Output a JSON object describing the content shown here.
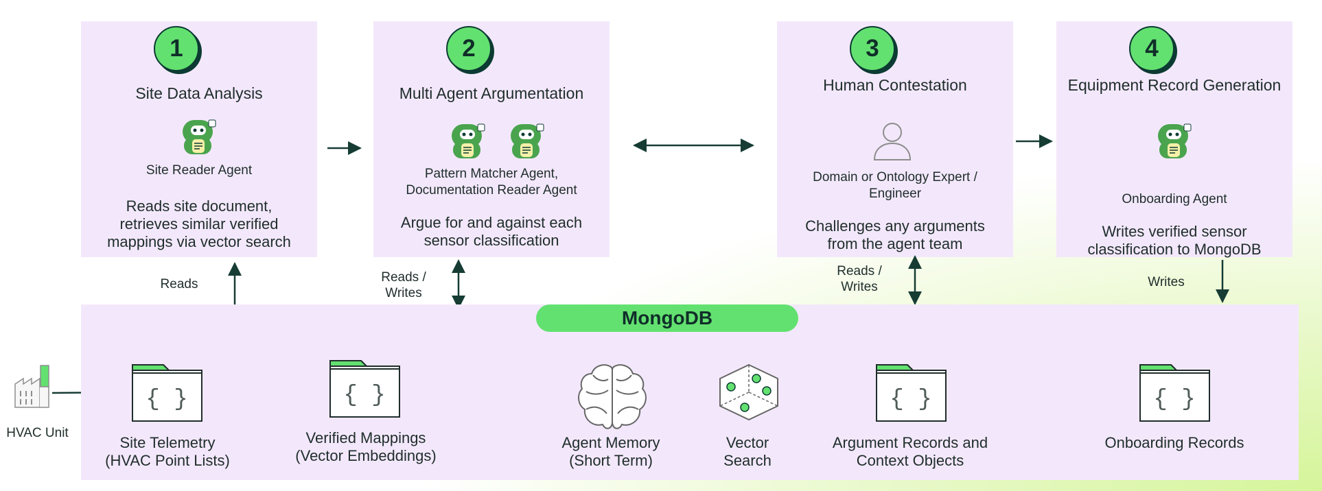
{
  "steps": [
    {
      "number": "1",
      "title": "Site Data Analysis",
      "agents": "Site Reader Agent",
      "description": "Reads site document,\nretrieves similar verified\nmappings via vector search"
    },
    {
      "number": "2",
      "title": "Multi Agent Argumentation",
      "agents": "Pattern Matcher Agent,\nDocumentation Reader Agent",
      "description": "Argue for and against each\nsensor classification"
    },
    {
      "number": "3",
      "title": "Human Contestation",
      "agents": "Domain or Ontology Expert /\nEngineer",
      "description": "Challenges any arguments\nfrom the agent team"
    },
    {
      "number": "4",
      "title": "Equipment Record Generation",
      "agents": "Onboarding Agent",
      "description": "Writes verified sensor\nclassification to MongoDB"
    }
  ],
  "database": {
    "name": "MongoDB"
  },
  "edges": {
    "reads": "Reads",
    "reads_writes_1": "Reads /\nWrites",
    "reads_writes_2": "Reads /\nWrites",
    "writes": "Writes"
  },
  "source": {
    "label": "HVAC Unit"
  },
  "storage": [
    {
      "label": "Site Telemetry\n(HVAC Point Lists)",
      "icon": "json-folder-icon"
    },
    {
      "label": "Verified Mappings\n(Vector Embeddings)",
      "icon": "json-folder-icon"
    },
    {
      "label": "Agent Memory\n(Short Term)",
      "icon": "brain-icon"
    },
    {
      "label": "Vector\nSearch",
      "icon": "vector-cube-icon"
    },
    {
      "label": "Argument Records and\nContext Objects",
      "icon": "json-folder-icon"
    },
    {
      "label": "Onboarding Records",
      "icon": "json-folder-icon"
    }
  ],
  "colors": {
    "card_background": "#f3e8fb",
    "accent_green": "#63e170",
    "dark_green": "#0c3b33",
    "line": "#163c34"
  }
}
